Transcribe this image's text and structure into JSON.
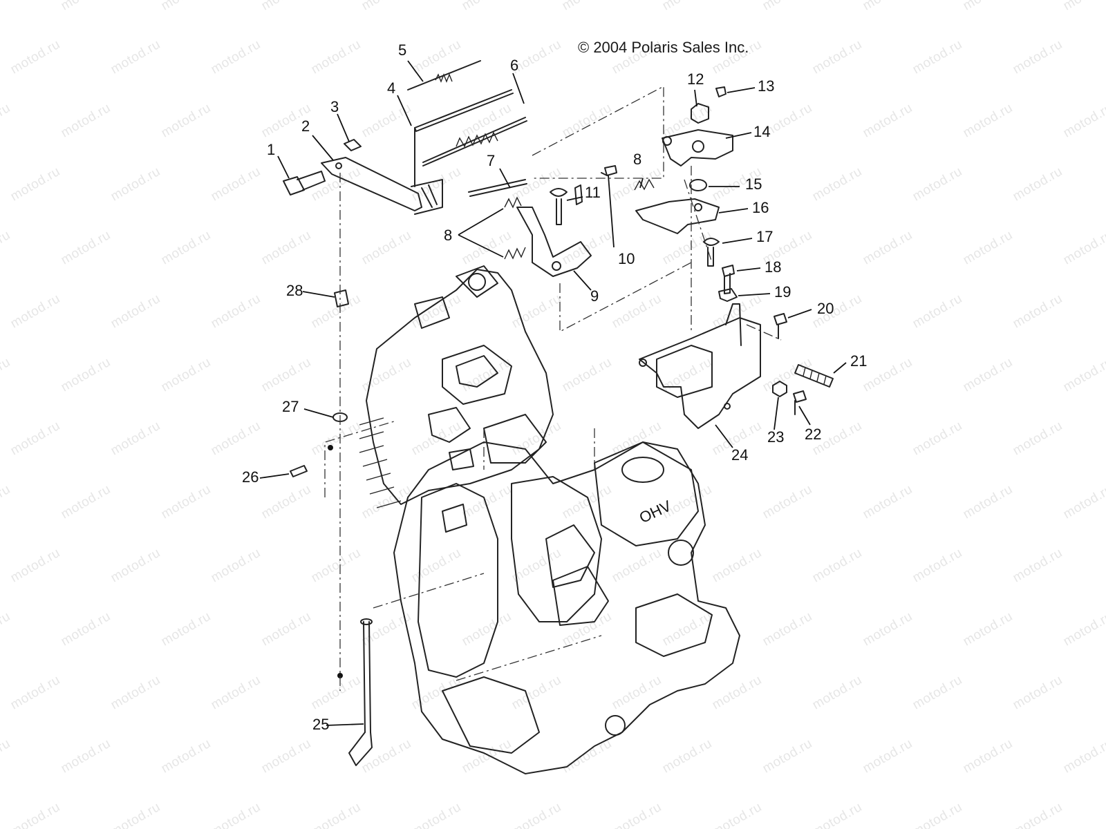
{
  "copyright": "© 2004 Polaris Sales Inc.",
  "watermark": "motod.ru",
  "engine_marking": "OHV",
  "callouts": [
    {
      "id": 1,
      "label": "1"
    },
    {
      "id": 2,
      "label": "2"
    },
    {
      "id": 3,
      "label": "3"
    },
    {
      "id": 4,
      "label": "4"
    },
    {
      "id": 5,
      "label": "5"
    },
    {
      "id": 6,
      "label": "6"
    },
    {
      "id": 7,
      "label": "7"
    },
    {
      "id": 8,
      "label": "8"
    },
    {
      "id": 9,
      "label": "9"
    },
    {
      "id": 10,
      "label": "10"
    },
    {
      "id": 11,
      "label": "11"
    },
    {
      "id": 12,
      "label": "12"
    },
    {
      "id": 13,
      "label": "13"
    },
    {
      "id": 14,
      "label": "14"
    },
    {
      "id": 15,
      "label": "15"
    },
    {
      "id": 16,
      "label": "16"
    },
    {
      "id": 17,
      "label": "17"
    },
    {
      "id": 18,
      "label": "18"
    },
    {
      "id": 19,
      "label": "19"
    },
    {
      "id": 20,
      "label": "20"
    },
    {
      "id": 21,
      "label": "21"
    },
    {
      "id": 22,
      "label": "22"
    },
    {
      "id": 23,
      "label": "23"
    },
    {
      "id": 24,
      "label": "24"
    },
    {
      "id": 25,
      "label": "25"
    },
    {
      "id": 26,
      "label": "26"
    },
    {
      "id": 27,
      "label": "27"
    },
    {
      "id": 28,
      "label": "28"
    },
    {
      "id": 29,
      "label": "8"
    }
  ]
}
